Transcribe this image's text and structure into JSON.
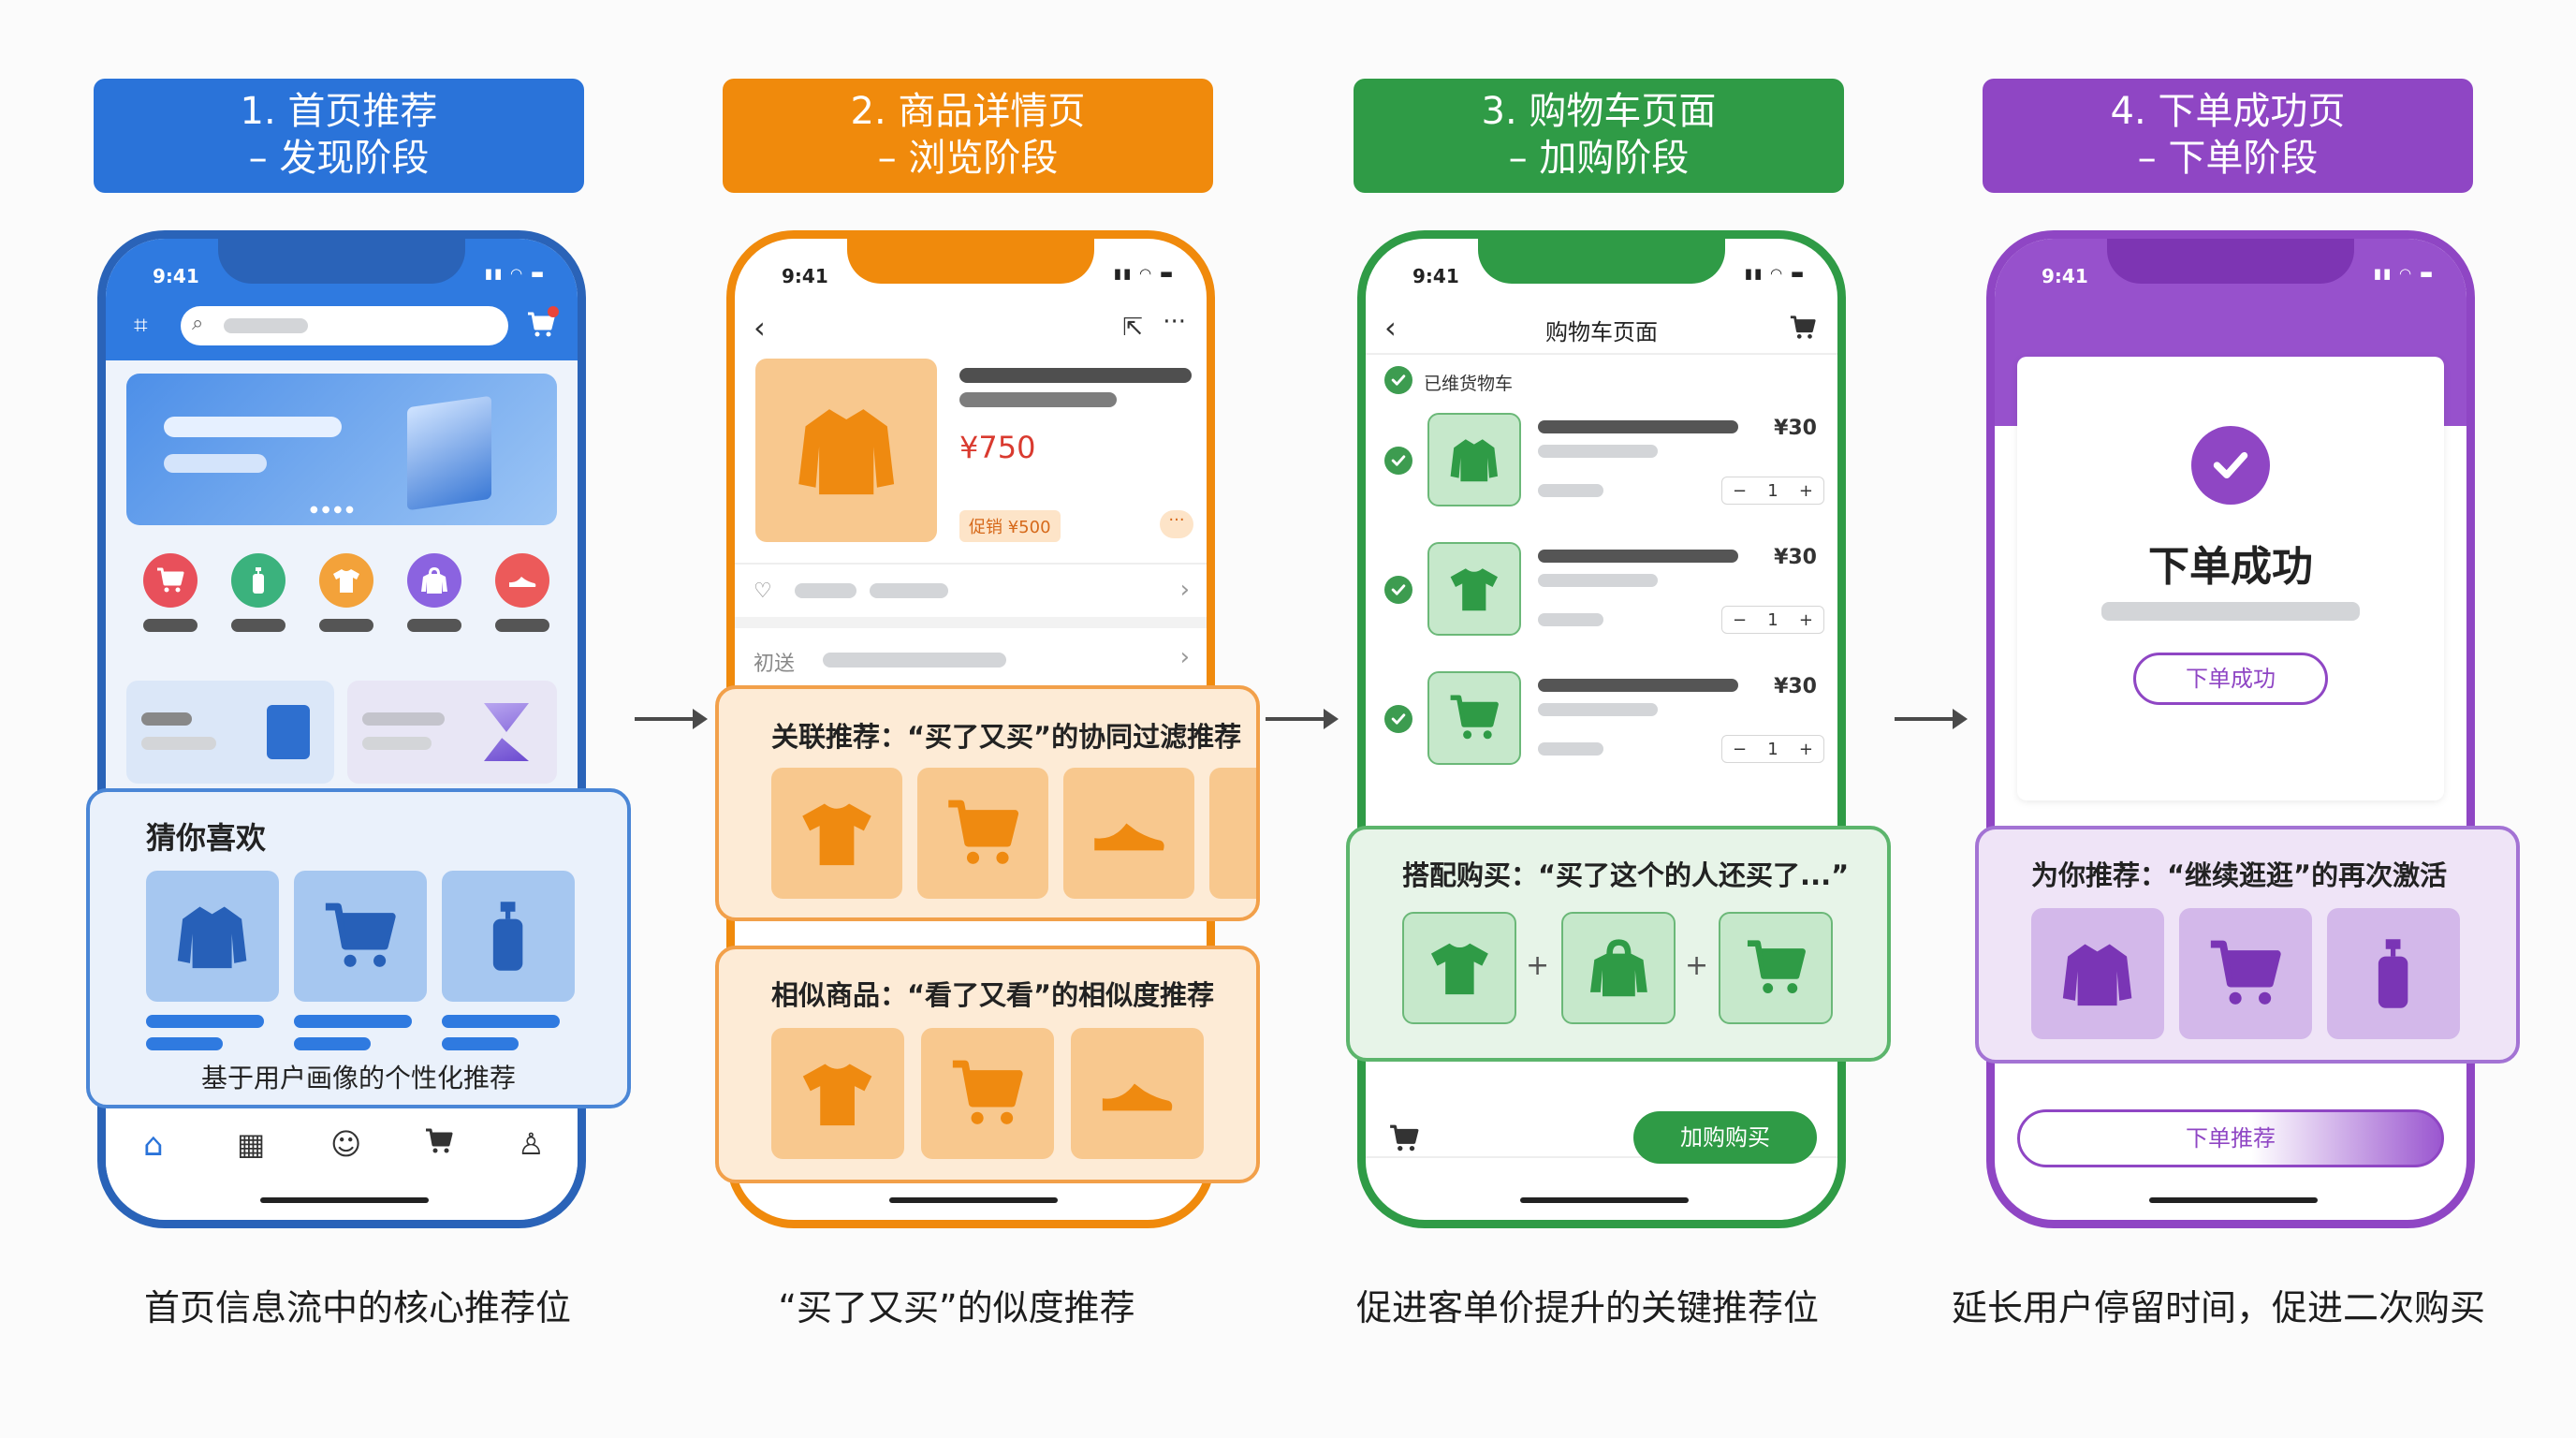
{
  "colors": {
    "blue": "#2a73d9",
    "orange": "#f08a0c",
    "green": "#2f9b46",
    "purple": "#8f46c4"
  },
  "stages": [
    {
      "header_line1": "1. 首页推荐",
      "header_line2": "– 发现阶段",
      "caption": "首页信息流中的核心推荐位"
    },
    {
      "header_line1": "2. 商品详情页",
      "header_line2": "– 浏览阶段",
      "caption": "“买了又买”的似度推荐"
    },
    {
      "header_line1": "3. 购物车页面",
      "header_line2": "– 加购阶段",
      "caption": "促进客单价提升的关键推荐位"
    },
    {
      "header_line1": "4. 下单成功页",
      "header_line2": "– 下单阶段",
      "caption": "延长用户停留时间，促进二次购买"
    }
  ],
  "status_time": "9:41",
  "phone1": {
    "card_title": "猜你喜欢",
    "card_footer": "基于用户画像的个性化推荐",
    "card_icons": [
      "jacket-icon",
      "cart-icon",
      "bottle-icon"
    ],
    "nav_icons": [
      "home-icon",
      "grid-icon",
      "chat-icon",
      "cart-icon",
      "user-icon"
    ]
  },
  "phone2": {
    "price": "¥750",
    "coupon": "促销 ¥500",
    "shipping_label": "初送",
    "card1_title": "关联推荐：“买了又买”的协同过滤推荐",
    "card2_title": "相似商品：“看了又看”的相似度推荐",
    "card_icons": [
      "tshirt-icon",
      "cart-icon",
      "shoe-icon"
    ]
  },
  "phone3": {
    "title": "购物车页面",
    "select_all": "已维货物车",
    "items": [
      {
        "price": "¥30",
        "qty": "1",
        "icon": "jacket-icon"
      },
      {
        "price": "¥30",
        "qty": "1",
        "icon": "tshirt-icon"
      },
      {
        "price": "¥30",
        "qty": "1",
        "icon": "cart-icon"
      }
    ],
    "card_title": "搭配购买：“买了这个的人还买了...”",
    "card_icons": [
      "tshirt-icon",
      "hoodie-icon",
      "cart-icon"
    ],
    "plus": "+",
    "buy_button": "加购购买"
  },
  "phone4": {
    "success_title": "下单成功",
    "success_button": "下单成功",
    "card_title": "为你推荐：“继续逛逛”的再次激活",
    "card_icons": [
      "jacket-icon",
      "cart-icon",
      "bottle-icon"
    ],
    "bottom_button": "下单推荐"
  }
}
